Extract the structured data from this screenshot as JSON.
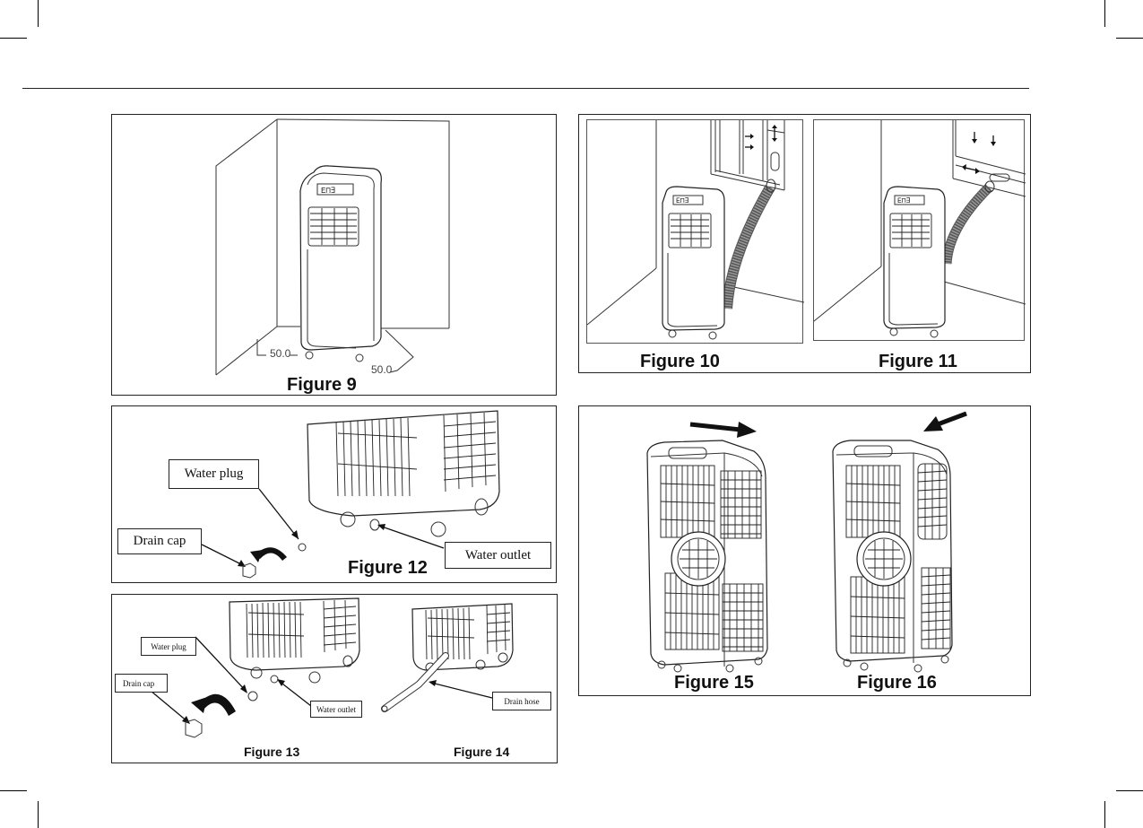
{
  "document": {
    "type": "user-manual-page",
    "topic": "portable air conditioner installation and drainage"
  },
  "figures": {
    "fig9": {
      "caption": "Figure 9",
      "dimension_left": "50.0",
      "dimension_right": "50.0"
    },
    "fig10": {
      "caption": "Figure 10"
    },
    "fig11": {
      "caption": "Figure 11"
    },
    "fig12": {
      "caption": "Figure 12",
      "labels": {
        "water_plug": "Water plug",
        "drain_cap": "Drain cap",
        "water_outlet": "Water outlet"
      }
    },
    "fig13": {
      "caption": "Figure 13",
      "labels": {
        "water_plug": "Water plug",
        "drain_cap": "Drain cap",
        "water_outlet": "Water outlet"
      }
    },
    "fig14": {
      "caption": "Figure 14",
      "labels": {
        "drain_hose": "Drain hose"
      }
    },
    "fig15": {
      "caption": "Figure 15"
    },
    "fig16": {
      "caption": "Figure 16"
    }
  },
  "icons": {
    "arrow_right": "arrow-right-icon",
    "arrow_left": "arrow-left-icon",
    "rotate_arrow": "curved-arrow-icon"
  }
}
